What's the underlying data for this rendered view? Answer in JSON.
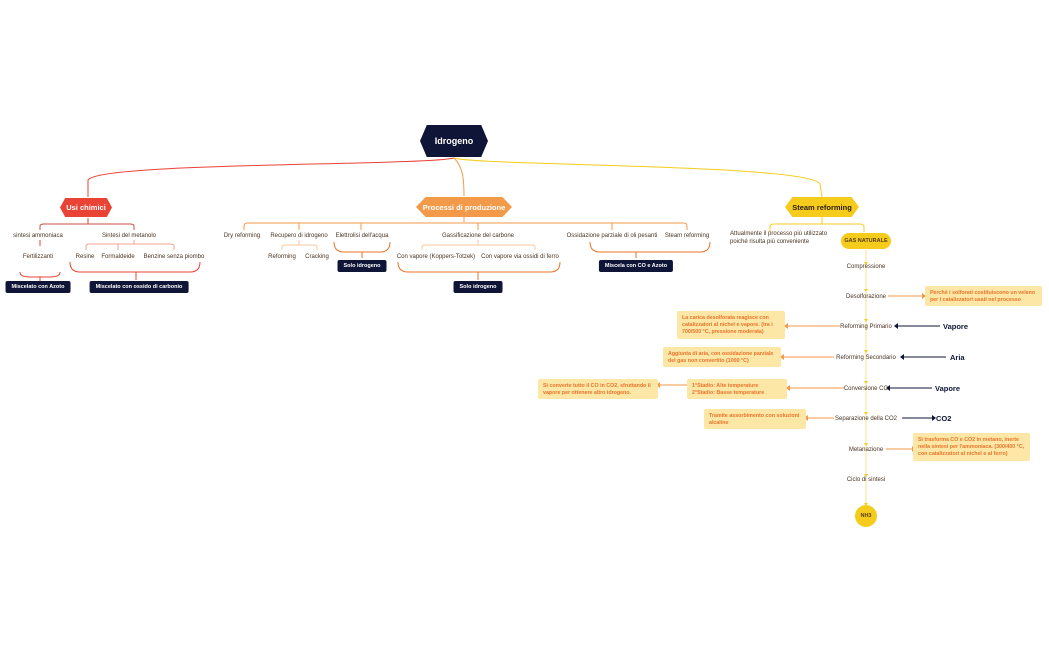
{
  "root": "Idrogeno",
  "branches": {
    "usi": "Usi chimici",
    "processi": "Processi di produzione",
    "steam": "Steam reforming"
  },
  "usi": {
    "sintesi_ammoniaca": "sintesi ammoniaca",
    "sintesi_metanolo": "Sintesi del metanolo",
    "fertilizzanti": "Fertilizzanti",
    "resine": "Resine",
    "formaldeide": "Formaldeide",
    "benzine": "Benzine senza piombo",
    "tag_azoto": "Miscelato con Azoto",
    "tag_ossido": "Miscelato con ossido di carbonio"
  },
  "processi": {
    "dry": "Dry reforming",
    "recupero": "Recupero di idrogeno",
    "reforming": "Reforming",
    "cracking": "Cracking",
    "elettrolisi": "Elettrolisi dell'acqua",
    "solo1": "Solo idrogeno",
    "gassificazione": "Gassificazione del carbone",
    "koppers": "Con vapore (Koppers-Totzek)",
    "ossidi_ferro": "Con vapore via ossidi di ferro",
    "solo2": "Solo idrogeno",
    "ossidazione": "Ossidazione parziale di oli pesanti",
    "steam_ref": "Steam reforming",
    "miscela": "Miscela con CO e Azoto"
  },
  "steam": {
    "intro": "Attualmente il processo più utilizzato poiché risulta più conveniente",
    "gas": "GAS NATURALE",
    "steps": [
      "Compressione",
      "Desolforazione",
      "Reforming Primario",
      "Reforming Secondario",
      "Conversione CO",
      "Separazione della CO2",
      "Metanazione",
      "Ciclo di sintesi"
    ],
    "nh3": "NH3",
    "inputs": {
      "vapore1": "Vapore",
      "aria": "Aria",
      "vapore2": "Vapore",
      "co2": "CO2"
    },
    "notes": {
      "desolf": "Perché i solforati costituiscono un veleno per i catalizzatori usati nel processo",
      "primario": "La carica desolforata reagisce con catalizzatori al nichel e vapore. (tra i 700/500 °C, pressione moderata)",
      "secondario": "Aggiunta di aria, con ossidazione parziale del gas non convertito (1000 °C)",
      "stadi": "1°Stadio: Alte temperature 2°Stadio: Basse temperature",
      "converte": "Si converte tutto il CO in CO2, sfruttando il vapore per ottenere altro idrogeno.",
      "assorbimento": "Tramite assorbimento con soluzioni alcaline",
      "metanazione": "Si trasforma CO e CO2 in metano, inerte nella sintesi per l'ammoniaca. (300/400 °C, con catalizzatori al nichel e al ferro)"
    }
  },
  "colors": {
    "dark": "#0f1536",
    "red": "#e84335",
    "orange": "#f39a4a",
    "yellow": "#f5cc1c",
    "note_bg": "#fde7a6",
    "note_text": "#e8742a"
  }
}
